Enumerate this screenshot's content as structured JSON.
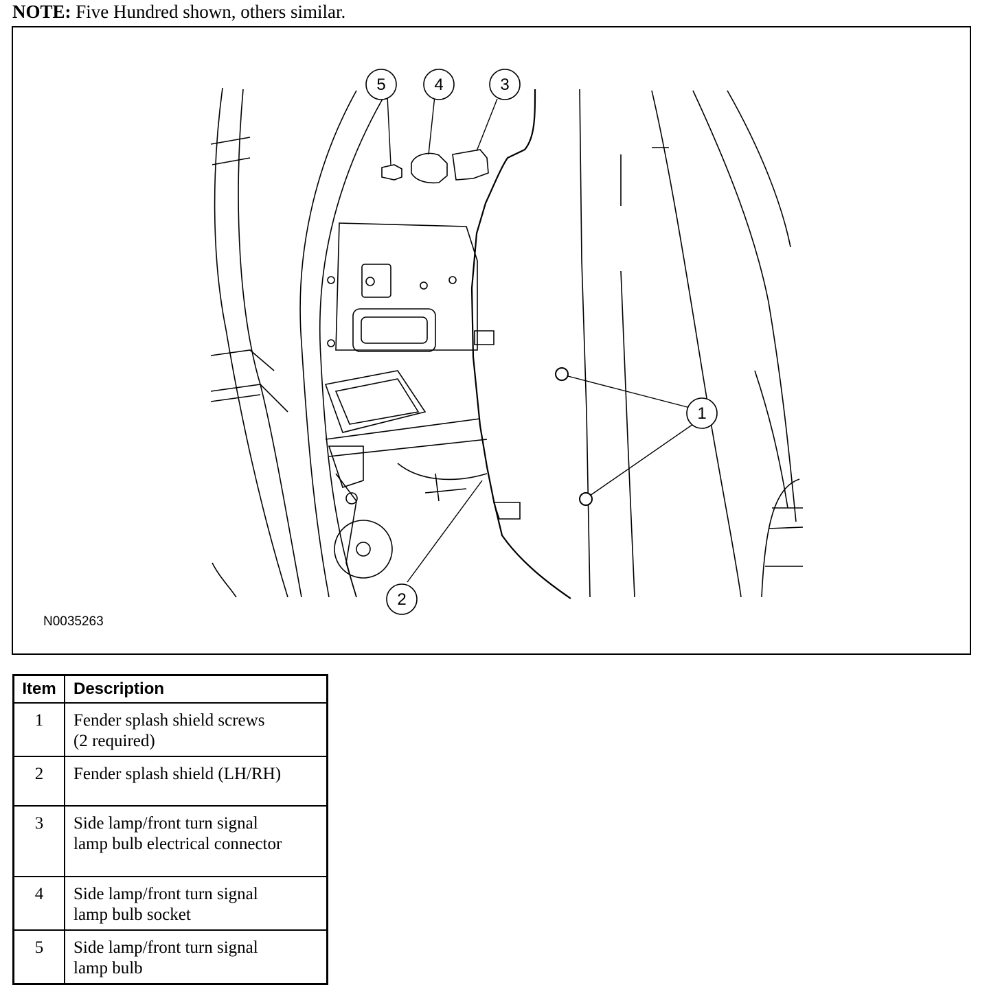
{
  "note": {
    "label": "NOTE:",
    "text": " Five Hundred shown, others similar."
  },
  "figure": {
    "id": "N0035263",
    "callouts": [
      "1",
      "2",
      "3",
      "4",
      "5"
    ]
  },
  "legend": {
    "headers": {
      "item": "Item",
      "description": "Description"
    },
    "rows": [
      {
        "item": "1",
        "lines": [
          "Fender splash shield screws",
          "(2 required)"
        ]
      },
      {
        "item": "2",
        "lines": [
          "Fender splash shield (LH/RH)"
        ]
      },
      {
        "item": "3",
        "lines": [
          "Side lamp/front turn signal",
          "lamp bulb electrical connector"
        ]
      },
      {
        "item": "4",
        "lines": [
          "Side lamp/front turn signal",
          "lamp bulb socket"
        ]
      },
      {
        "item": "5",
        "lines": [
          "Side lamp/front turn signal",
          "lamp bulb"
        ]
      }
    ]
  }
}
